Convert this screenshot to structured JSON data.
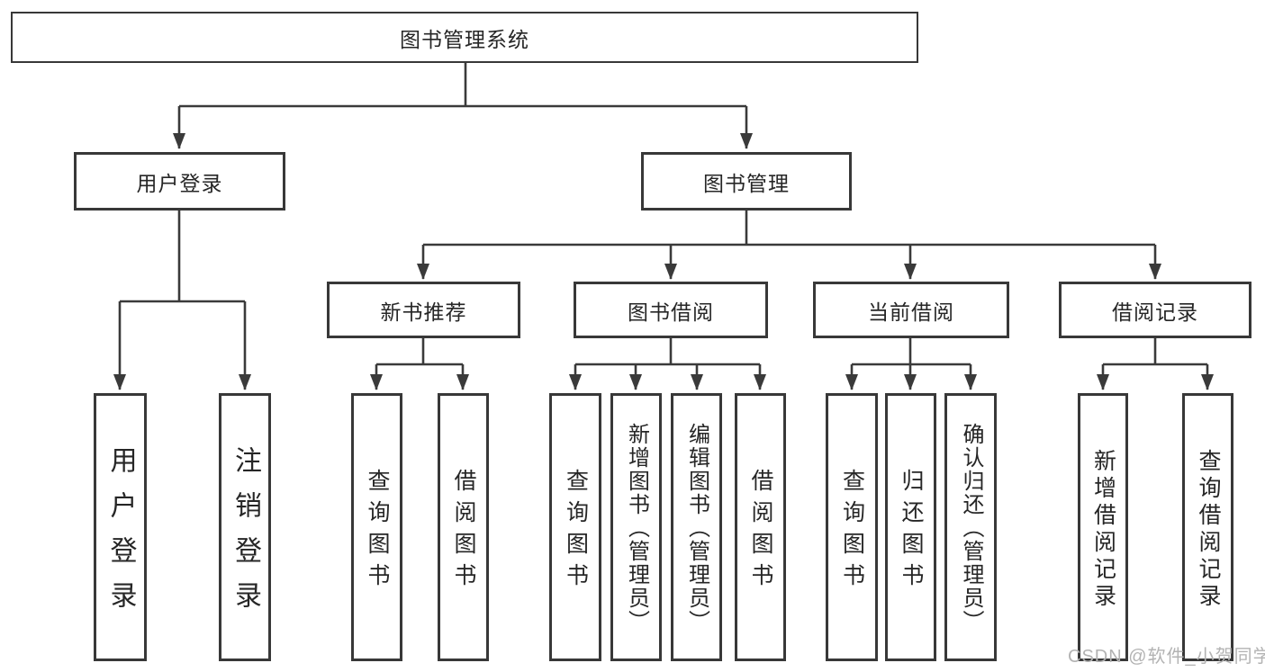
{
  "tree": {
    "label": "图书管理系统",
    "children": [
      {
        "label": "用户登录",
        "children": [
          {
            "label": "用户登录"
          },
          {
            "label": "注销登录"
          }
        ]
      },
      {
        "label": "图书管理",
        "children": [
          {
            "label": "新书推荐",
            "children": [
              {
                "label": "查询图书"
              },
              {
                "label": "借阅图书"
              }
            ]
          },
          {
            "label": "图书借阅",
            "children": [
              {
                "label": "查询图书"
              },
              {
                "label": "新增图书（管理员）"
              },
              {
                "label": "编辑图书（管理员）"
              },
              {
                "label": "借阅图书"
              }
            ]
          },
          {
            "label": "当前借阅",
            "children": [
              {
                "label": "查询图书"
              },
              {
                "label": "归还图书"
              },
              {
                "label": "确认归还（管理员）"
              }
            ]
          },
          {
            "label": "借阅记录",
            "children": [
              {
                "label": "新增借阅记录"
              },
              {
                "label": "查询借阅记录"
              }
            ]
          }
        ]
      }
    ]
  },
  "watermark": {
    "text": "CSDN @软件_小贺同学"
  },
  "colors": {
    "line": "#3a3a3a",
    "box_border": "#383838",
    "box_text": "#262626",
    "watermark": "#b3b3b3",
    "background": "#ffffff"
  }
}
